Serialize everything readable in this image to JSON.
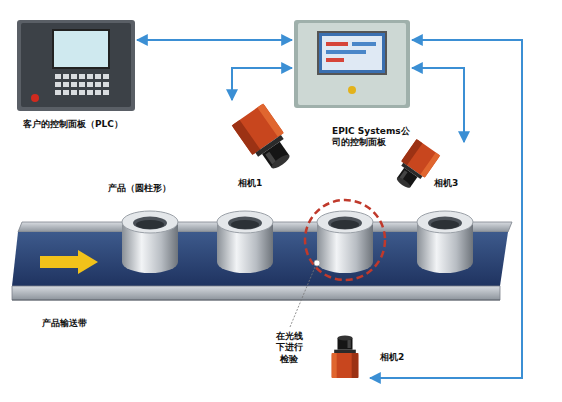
{
  "diagram": {
    "nodes": [
      {
        "text": [
          "客户的控制面板（PLC）"
        ]
      },
      {
        "text": [
          "EPIC Systems公司的控制面板"
        ]
      },
      {
        "text": [
          "相机1"
        ]
      },
      {
        "text": [
          "相机3"
        ]
      },
      {
        "text": [
          "相机2"
        ]
      }
    ],
    "edges": [
      {
        "from": 0,
        "to": 1,
        "arrow": "both"
      },
      {
        "from": 1,
        "to": 2,
        "arrow": "both"
      },
      {
        "from": 1,
        "to": 3,
        "arrow": "both"
      },
      {
        "from": 1,
        "to": 4,
        "arrow": "both"
      }
    ],
    "labels": [
      "产品（圆柱形）",
      "产品输送带",
      "在光线下进行检验"
    ]
  }
}
